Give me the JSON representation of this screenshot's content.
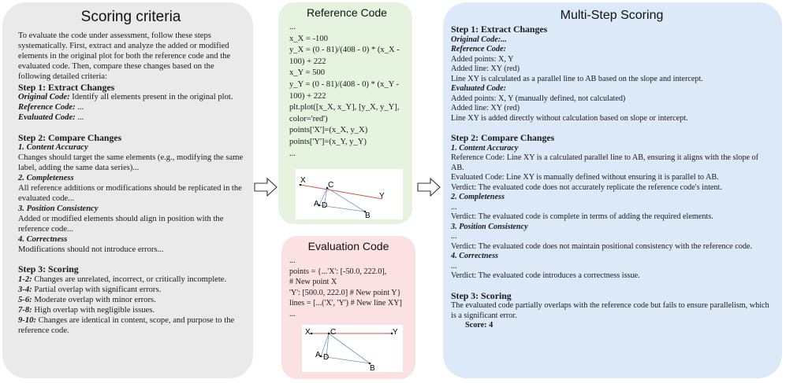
{
  "scoring": {
    "title": "Scoring criteria",
    "intro": "To evaluate the code under assessment, follow these steps systematically. First, extract and analyze the added or modified elements in the original plot for both the reference code and the evaluated code. Then, compare these changes based on the following detailed criteria:",
    "step1": {
      "heading": "Step 1: Extract Changes",
      "original_label": "Original Code:",
      "original_text": "Identify all elements present in the original plot.",
      "reference_label": "Reference Code:",
      "reference_text": "...",
      "evaluated_label": "Evaluated Code:",
      "evaluated_text": "..."
    },
    "step2": {
      "heading": "Step 2: Compare Changes",
      "items": [
        {
          "label": "1. Content Accuracy",
          "text": "Changes should target the same elements (e.g., modifying the same label, adding the same data series)..."
        },
        {
          "label": "2. Completeness",
          "text": "All reference additions or modifications should be replicated in the evaluated code..."
        },
        {
          "label": "3. Position Consistency",
          "text": "Added or modified elements should align in position with the reference code..."
        },
        {
          "label": "4. Correctness",
          "text": "Modifications should not introduce errors..."
        }
      ]
    },
    "step3": {
      "heading": "Step 3: Scoring",
      "items": [
        {
          "label": "1-2:",
          "text": "Changes are unrelated, incorrect, or critically incomplete."
        },
        {
          "label": "3-4:",
          "text": "Partial overlap with significant errors."
        },
        {
          "label": "5-6:",
          "text": "Moderate overlap with minor errors."
        },
        {
          "label": "7-8:",
          "text": "High overlap with negligible issues."
        },
        {
          "label": "9-10:",
          "text": "Changes are identical in content, scope, and purpose to the reference code."
        }
      ]
    }
  },
  "reference": {
    "title": "Reference Code",
    "code_lines": [
      "...",
      "x_X = -100",
      "y_X = (0 - 81)/(408 - 0) * (x_X -",
      "100) + 222",
      "x_Y = 500",
      "y_Y = (0 - 81)/(408 - 0) * (x_Y -",
      "100) + 222",
      "plt.plot([x_X, x_Y], [y_X, y_Y],",
      "color='red')",
      "points['X']=(x_X, y_X)",
      "points['Y']=(x_Y, y_Y)",
      "..."
    ],
    "plot_labels": {
      "x": "X",
      "c": "C",
      "y": "Y",
      "a": "A",
      "d": "D",
      "b": "B"
    }
  },
  "evaluation": {
    "title": "Evaluation Code",
    "code_lines": [
      "...",
      "points = {...'X': [-50.0, 222.0],",
      "# New point X",
      "'Y': [500.0, 222.0] # New point Y}",
      "lines = [...('X', 'Y') # New line XY]",
      "..."
    ],
    "plot_labels": {
      "x": "X",
      "c": "C",
      "y": "Y",
      "a": "A",
      "d": "D",
      "b": "B"
    }
  },
  "multistep": {
    "title": "Multi-Step Scoring",
    "step1": {
      "heading": "Step 1: Extract Changes",
      "original_label": "Original Code:...",
      "reference_label": "Reference Code:",
      "reference_lines": [
        "Added points: X, Y",
        "Added line: XY (red)",
        "Line XY is calculated as a parallel line to AB based on the slope and intercept."
      ],
      "evaluated_label": "Evaluated Code:",
      "evaluated_lines": [
        "Added points: X, Y (manually defined, not calculated)",
        "Added line: XY (red)",
        "Line XY is added directly without calculation based on slope or intercept."
      ]
    },
    "step2": {
      "heading": "Step 2: Compare Changes",
      "items": [
        {
          "label": "1. Content Accuracy",
          "lines": [
            "Reference Code: Line XY is a calculated parallel line to AB, ensuring it aligns with the slope of AB.",
            "Evaluated Code: Line XY is manually defined without ensuring it is parallel to AB.",
            "Verdict: The evaluated code does not accurately replicate the reference code's intent."
          ]
        },
        {
          "label": "2. Completeness",
          "lines": [
            "...",
            "Verdict: The evaluated code is complete in terms of adding the required elements."
          ]
        },
        {
          "label": "3. Position Consistency",
          "lines": [
            "...",
            "Verdict: The evaluated code does not maintain positional consistency with the reference code."
          ]
        },
        {
          "label": "4. Correctness",
          "lines": [
            "...",
            "Verdict: The evaluated code introduces a correctness issue."
          ]
        }
      ]
    },
    "step3": {
      "heading": "Step 3: Scoring",
      "text": "The evaluated code partially overlaps with the reference code but fails to ensure parallelism, which is a significant error.",
      "score": "Score: 4"
    }
  },
  "colors": {
    "scoring_bg": "#eaeaea",
    "reference_bg": "#e5f3df",
    "evaluation_bg": "#fbe1e1",
    "multistep_bg": "#dce9f8",
    "added_line": "#d9534f",
    "triangle_line": "#6a9ab8"
  }
}
